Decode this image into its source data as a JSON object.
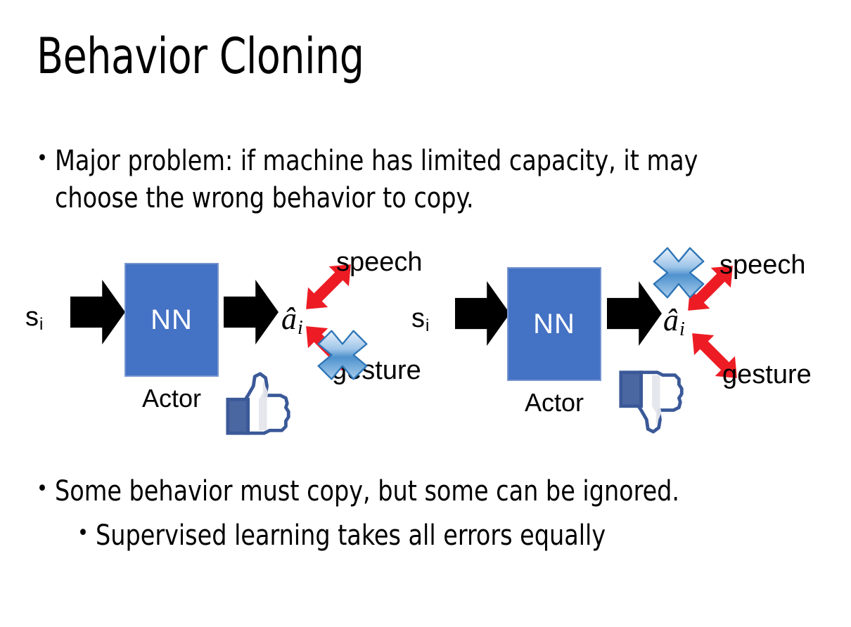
{
  "slide": {
    "title": "Behavior Cloning",
    "background_color": "#FFFFFF",
    "text_color": "#000000"
  },
  "bullets": {
    "top": {
      "marker": "•",
      "text": "Major problem: if machine has limited capacity, it may choose the wrong behavior to copy."
    },
    "bottom_primary": {
      "marker": "•",
      "text": "Some behavior must copy, but some can be ignored."
    },
    "bottom_secondary": {
      "marker": "•",
      "text": "Supervised learning takes all errors equally"
    }
  },
  "colors": {
    "nn_box_fill": "#4472C4",
    "nn_box_border": "#7795CF",
    "nn_text": "#FFFFFF",
    "arrow_black": "#000000",
    "red_arrow": "#ED1C24",
    "x_blue_light": "#CFE2F7",
    "x_blue_mid": "#5B9BD5",
    "x_blue_dark": "#2E75B6",
    "thumb_blue": "#3B5998",
    "thumb_fill": "#FFFFFF",
    "thumb_shadow": "#E4E6EB"
  },
  "diagrams": [
    {
      "id": "left",
      "state_label": "s",
      "state_subscript": "i",
      "nn_label": "NN",
      "nn_caption": "Actor",
      "action_label": "â",
      "action_subscript": "i",
      "branches": [
        {
          "name": "speech",
          "label": "speech",
          "crossed": false
        },
        {
          "name": "gesture",
          "label": "gesture",
          "crossed": true
        }
      ],
      "verdict_icon": "thumbs-up",
      "crossed_branch": "gesture"
    },
    {
      "id": "right",
      "state_label": "s",
      "state_subscript": "i",
      "nn_label": "NN",
      "nn_caption": "Actor",
      "action_label": "â",
      "action_subscript": "i",
      "branches": [
        {
          "name": "speech",
          "label": "speech",
          "crossed": true
        },
        {
          "name": "gesture",
          "label": "gesture",
          "crossed": false
        }
      ],
      "verdict_icon": "thumbs-down",
      "crossed_branch": "speech"
    }
  ]
}
